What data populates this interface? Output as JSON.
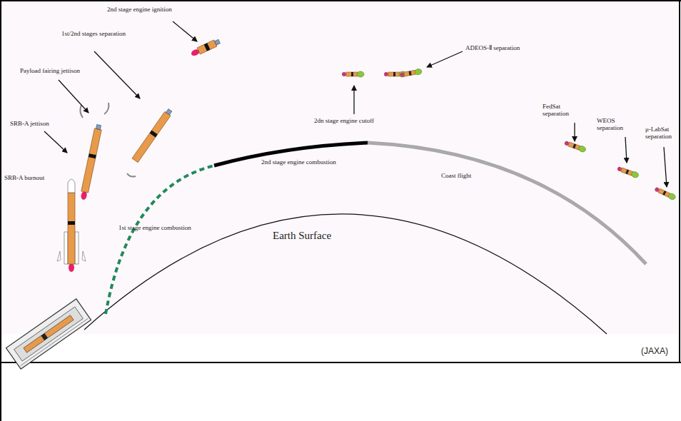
{
  "diagram": {
    "labels": [
      "2nd stage engine ignition",
      "1st/2nd stages separation",
      "Payload fairing jettison",
      "SRB-A jettison",
      "SRB-A burnout",
      "1st stage engine combustion",
      "2nd stage engine combustion",
      "Earth Surface",
      "2dn stage engine cutoff",
      "ADEOS-Ⅱ separation",
      "Coast flight",
      "FedSat separation",
      "WEOS separation",
      "μ-LabSat separation",
      "(JAXA)"
    ]
  }
}
